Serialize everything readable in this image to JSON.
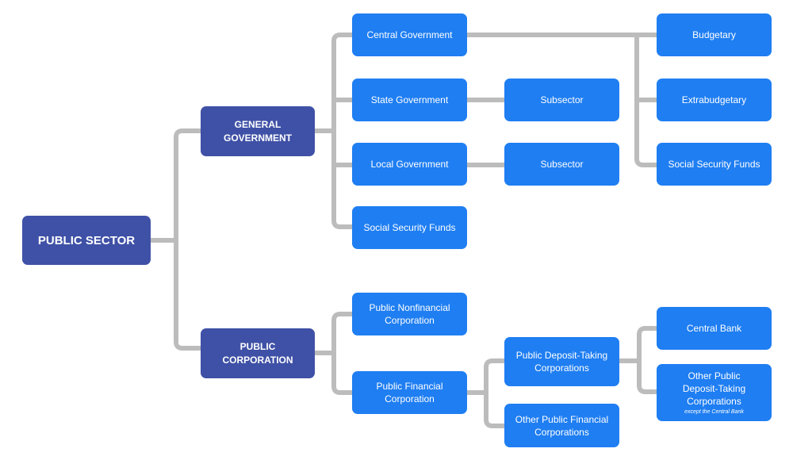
{
  "root": {
    "label": "PUBLIC SECTOR"
  },
  "level1": {
    "general_government": "GENERAL\nGOVERNMENT",
    "public_corporation": "PUBLIC\nCORPORATION"
  },
  "general_government": {
    "central": "Central Government",
    "state": "State Government",
    "local": "Local Government",
    "social_security": "Social Security Funds"
  },
  "subsectors": {
    "state_sub": "Subsector",
    "local_sub": "Subsector"
  },
  "central_units": {
    "budgetary": "Budgetary",
    "extrabudgetary": "Extrabudgetary",
    "social_security": "Social Security Funds"
  },
  "public_corporation": {
    "nonfinancial": "Public Nonfinancial\nCorporation",
    "financial": "Public Financial\nCorporation"
  },
  "financial": {
    "deposit_taking": "Public Deposit-Taking\nCorporations",
    "other_financial": "Other Public Financial\nCorporations"
  },
  "deposit_taking": {
    "central_bank": "Central Bank",
    "other_deposit": "Other Public\nDeposit-Taking\nCorporations",
    "other_deposit_note": "except the Central Bank"
  },
  "colors": {
    "dark_node": "#3f51a6",
    "blue_node": "#1f7ef2",
    "connector": "#bcbcbc"
  }
}
